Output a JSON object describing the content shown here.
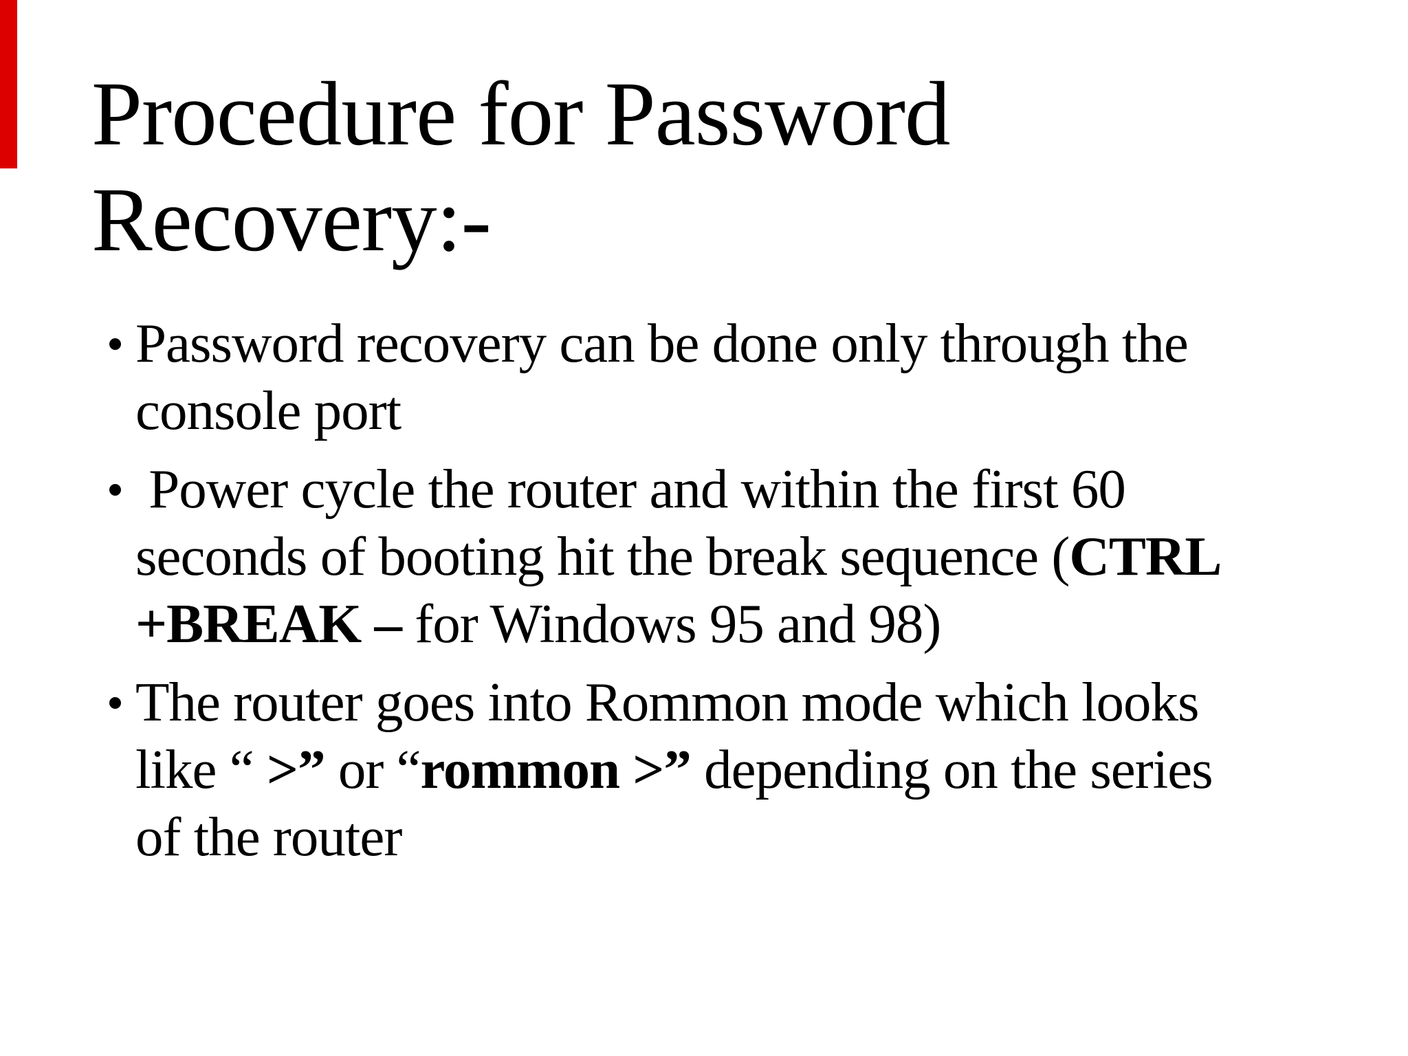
{
  "slide": {
    "background_color": "#ffffff",
    "text_color": "#000000",
    "accent_bar_color": "#dd0000",
    "bullet_marker_glyph": "•",
    "title": "Procedure for Password\nRecovery:-",
    "bullets": [
      {
        "segments": [
          {
            "text": "Password recovery can be done only through the\nconsole port",
            "bold": false
          }
        ]
      },
      {
        "segments": [
          {
            "text": " Power cycle the router and within the first 60\nseconds of booting hit the break sequence (",
            "bold": false
          },
          {
            "text": "CTRL\n+BREAK –",
            "bold": true
          },
          {
            "text": " for Windows 95 and 98)",
            "bold": false
          }
        ]
      },
      {
        "segments": [
          {
            "text": "The router goes into Rommon mode which looks\nlike “ ",
            "bold": false
          },
          {
            "text": ">”",
            "bold": true
          },
          {
            "text": " or “",
            "bold": false
          },
          {
            "text": "rommon >”",
            "bold": true
          },
          {
            "text": " depending on the series\nof the router",
            "bold": false
          }
        ]
      }
    ]
  }
}
